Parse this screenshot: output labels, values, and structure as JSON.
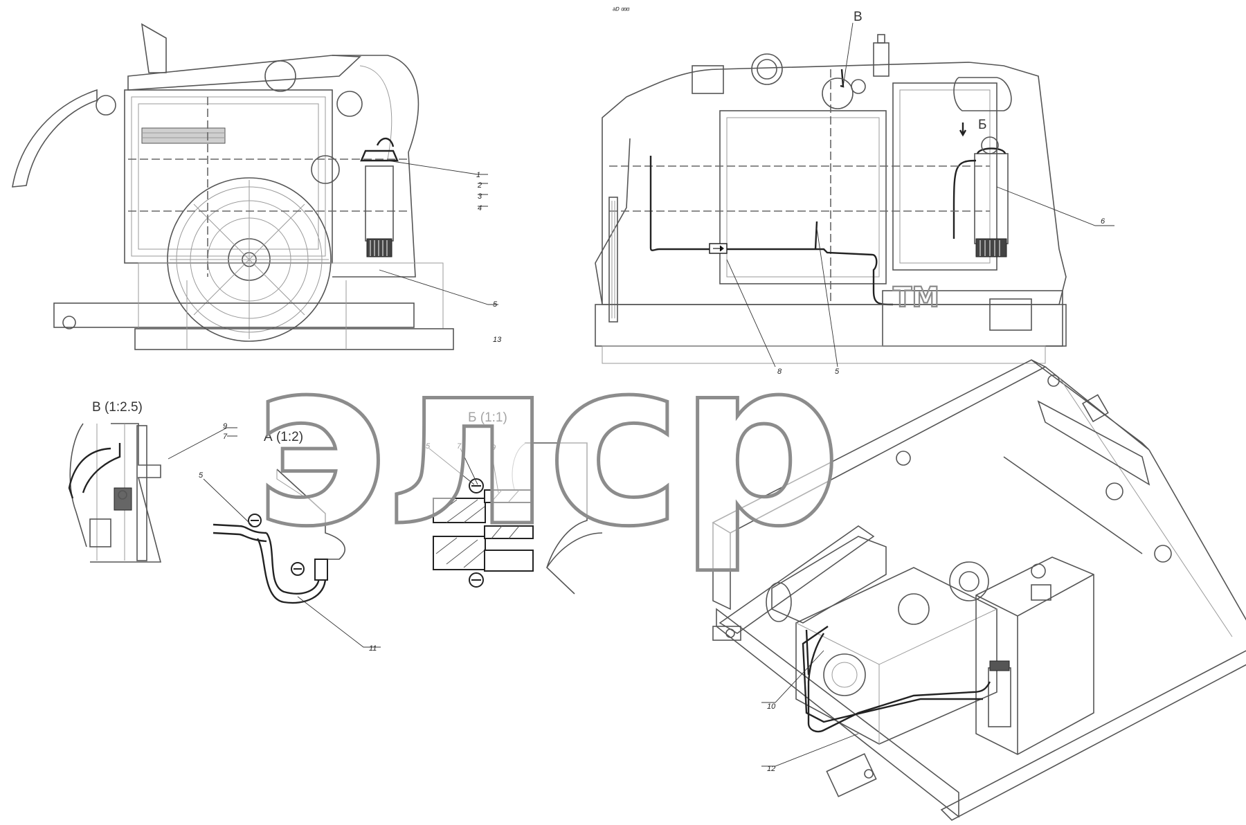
{
  "header_mark": "ᵃᴰ ᵅᵅᵅ",
  "views": {
    "view_v": "В",
    "view_b_arrow": "Б",
    "detail_v": "В  (1:2.5)",
    "detail_a": "А (1:2)",
    "detail_b": "Б (1:1)"
  },
  "callouts": {
    "c1": "1",
    "c2": "2",
    "c3": "3",
    "c4": "4",
    "c5_left": "5",
    "c13": "13",
    "c6": "6",
    "c8": "8",
    "c5_right": "5",
    "c9_v": "9",
    "c7_v": "7",
    "c5_a": "5",
    "c11": "11",
    "c5_b": "5",
    "c7_b": "7",
    "c9_b": "9",
    "c10": "10",
    "c12": "12"
  },
  "watermark": {
    "text": "элср",
    "trademark": "TM"
  }
}
